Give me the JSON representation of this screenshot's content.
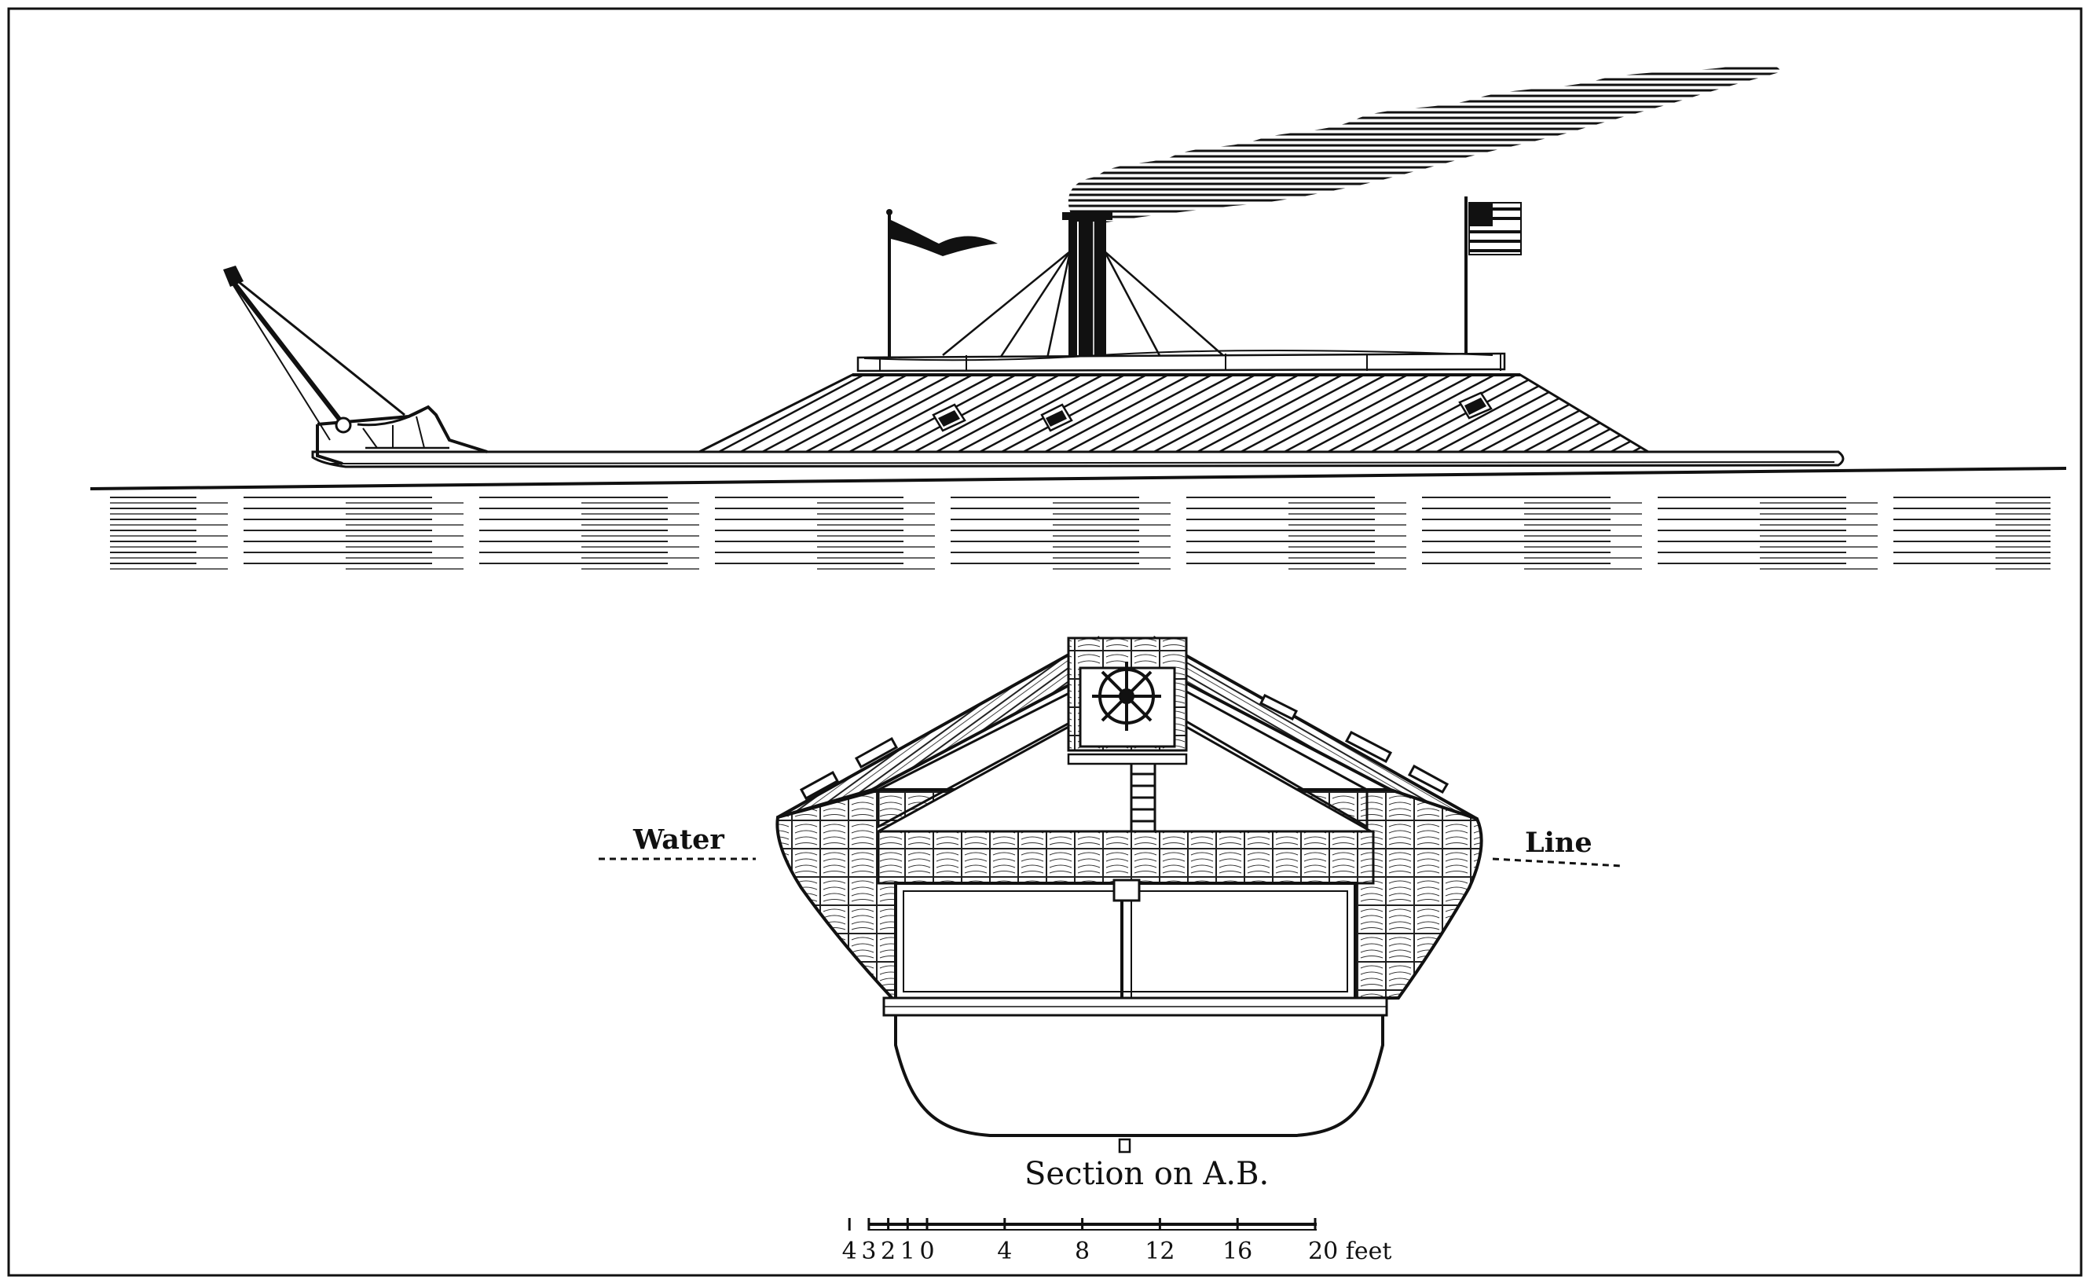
{
  "section": {
    "water_label": "Water",
    "line_label": "Line",
    "caption": "Section on A.B."
  },
  "scale": {
    "ticks": [
      {
        "label": "4",
        "value": -4
      },
      {
        "label": "3",
        "value": -3
      },
      {
        "label": "2",
        "value": -2
      },
      {
        "label": "1",
        "value": -1
      },
      {
        "label": "0",
        "value": 0
      },
      {
        "label": "4",
        "value": 4
      },
      {
        "label": "8",
        "value": 8
      },
      {
        "label": "12",
        "value": 12
      },
      {
        "label": "16",
        "value": 16
      },
      {
        "label": "20 feet",
        "value": 20
      }
    ]
  },
  "colors": {
    "ink": "#111111",
    "paper": "#ffffff"
  }
}
